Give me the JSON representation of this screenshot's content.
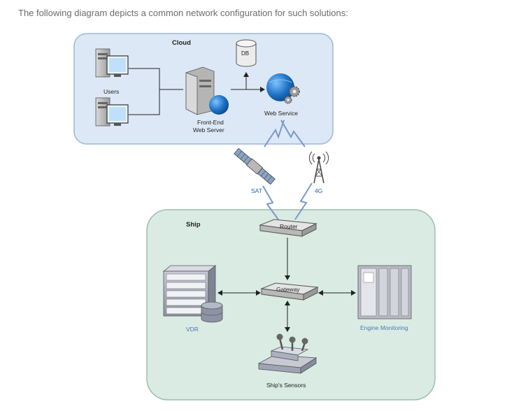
{
  "intro_text": "The following diagram depicts a common network configuration for such solutions:",
  "cloud": {
    "title": "Cloud",
    "users_label": "Users",
    "frontend_line1": "Front-End",
    "frontend_line2": "Web Server",
    "db_label": "DB",
    "webservice_label": "Web Service"
  },
  "links": {
    "sat_label": "SAT",
    "cell_label": "4G"
  },
  "ship": {
    "title": "Ship",
    "router_label": "Router",
    "gateway_label": "Gateway",
    "vdr_label": "VDR",
    "engine_label": "Engine Monitoring",
    "sensors_label": "Ship's Sensors"
  },
  "colors": {
    "cloud_fill": "#dce8f5",
    "cloud_stroke": "#9bb7d8",
    "ship_fill": "#d9ebe3",
    "ship_stroke": "#9cbdaf",
    "accent_blue": "#1f73c6",
    "engine_label_color": "#4a79b4",
    "vdr_label_color": "#4a79b4"
  }
}
